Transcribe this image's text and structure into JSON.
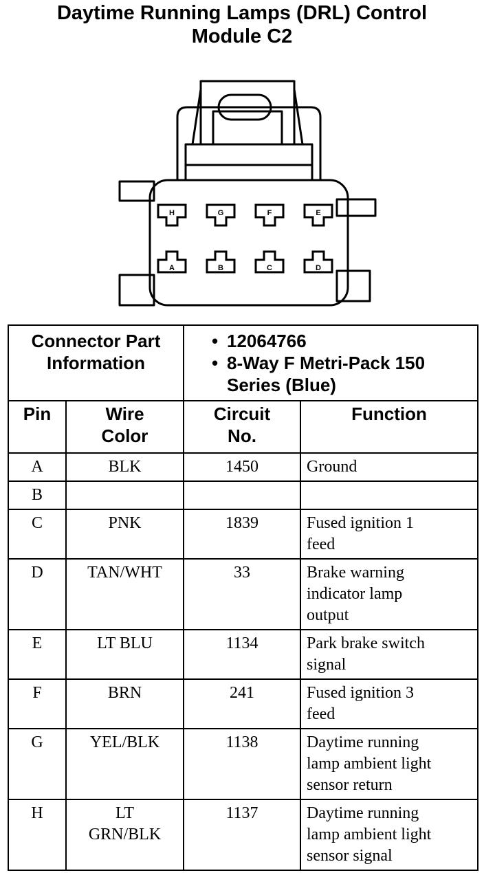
{
  "title": {
    "line1": "Daytime Running Lamps (DRL) Control",
    "line2": "Module C2"
  },
  "connector": {
    "top_row": [
      "H",
      "G",
      "F",
      "E"
    ],
    "bottom_row": [
      "A",
      "B",
      "C",
      "D"
    ]
  },
  "info": {
    "label_line1": "Connector Part",
    "label_line2": "Information",
    "bullet1": "12064766",
    "bullet2_line1": "8-Way F Metri-Pack 150",
    "bullet2_line2": "Series (Blue)"
  },
  "headers": {
    "pin": "Pin",
    "wire_line1": "Wire",
    "wire_line2": "Color",
    "circuit_line1": "Circuit",
    "circuit_line2": "No.",
    "function": "Function"
  },
  "rows": [
    {
      "pin": "A",
      "wire": [
        "BLK"
      ],
      "circuit": "1450",
      "function": [
        "Ground"
      ]
    },
    {
      "pin": "B",
      "wire": [],
      "circuit": "",
      "function": []
    },
    {
      "pin": "C",
      "wire": [
        "PNK"
      ],
      "circuit": "1839",
      "function": [
        "Fused ignition 1",
        "feed"
      ]
    },
    {
      "pin": "D",
      "wire": [
        "TAN/WHT"
      ],
      "circuit": "33",
      "function": [
        "Brake warning",
        "indicator lamp",
        "output"
      ]
    },
    {
      "pin": "E",
      "wire": [
        "LT BLU"
      ],
      "circuit": "1134",
      "function": [
        "Park brake switch",
        "signal"
      ]
    },
    {
      "pin": "F",
      "wire": [
        "BRN"
      ],
      "circuit": "241",
      "function": [
        "Fused ignition 3",
        "feed"
      ]
    },
    {
      "pin": "G",
      "wire": [
        "YEL/BLK"
      ],
      "circuit": "1138",
      "function": [
        "Daytime running",
        "lamp ambient light",
        "sensor return"
      ]
    },
    {
      "pin": "H",
      "wire": [
        "LT",
        "GRN/BLK"
      ],
      "circuit": "1137",
      "function": [
        "Daytime running",
        "lamp ambient light",
        "sensor signal"
      ]
    }
  ]
}
